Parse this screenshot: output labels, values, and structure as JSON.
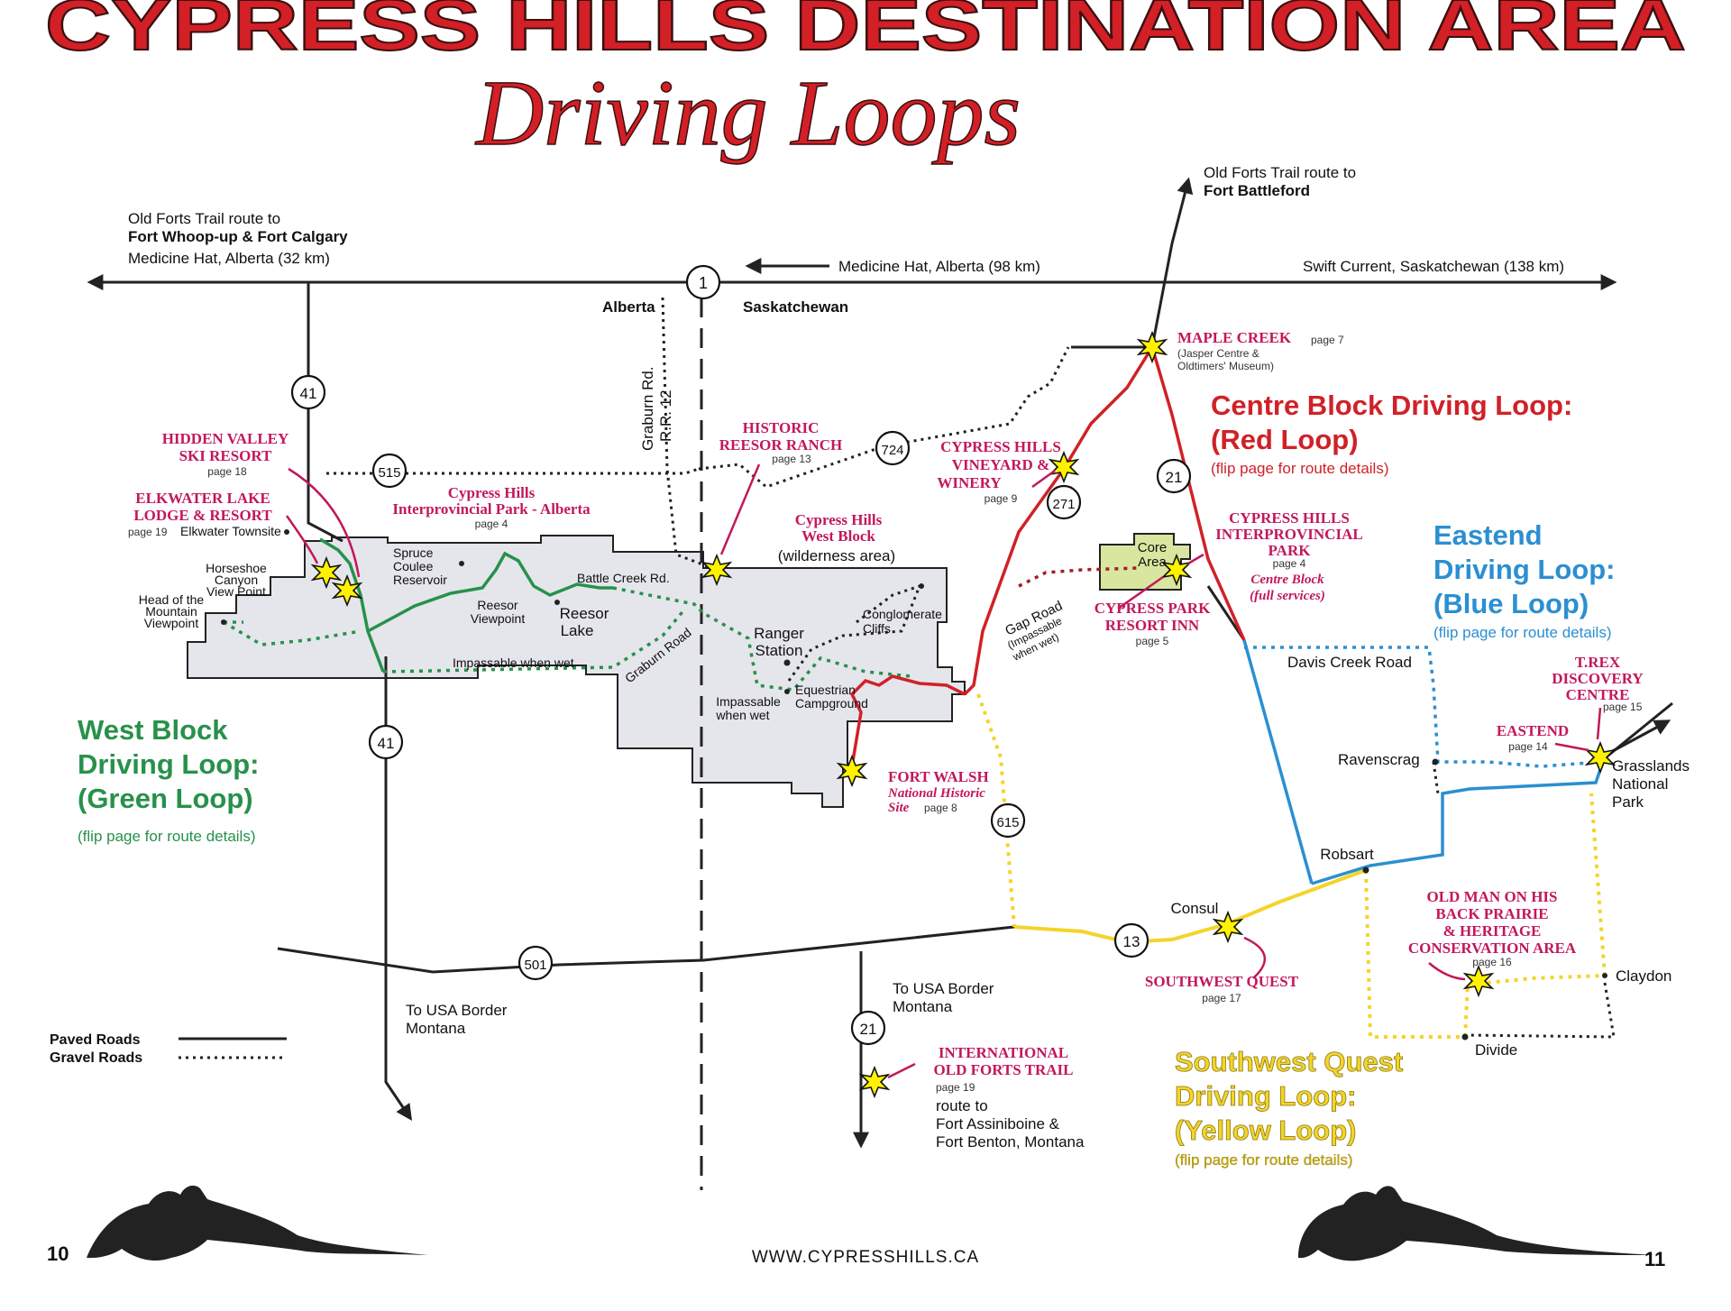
{
  "header": {
    "title": "CYPRESS HILLS DESTINATION AREA",
    "subtitle": "Driving Loops"
  },
  "colors": {
    "title_red": "#d31f26",
    "green_loop": "#27914a",
    "red_loop": "#d02128",
    "blue_loop": "#2b8fd1",
    "yellow_loop": "#f4d42a",
    "magenta_label": "#c2185b",
    "park_fill": "#e5e5ec",
    "core_fill": "#d8e6a0"
  },
  "roads": {
    "hwy1": "1",
    "hwy41_north": "41",
    "hwy41_south": "41",
    "hwy515": "515",
    "hwy724": "724",
    "hwy271": "271",
    "hwy21_north": "21",
    "hwy21_south": "21",
    "hwy615": "615",
    "hwy501": "501",
    "hwy13": "13",
    "alberta": "Alberta",
    "saskatchewan": "Saskatchewan",
    "graburn": "Graburn Rd.",
    "rr12": "R.R. 12"
  },
  "directions": {
    "west_trail_l1": "Old Forts Trail route to",
    "west_trail_l2": "Fort Whoop-up & Fort Calgary",
    "west_medhat": "Medicine Hat, Alberta (32 km)",
    "east_medhat": "Medicine Hat, Alberta (98 km)",
    "swift_current": "Swift Current, Saskatchewan (138 km)",
    "north_trail_l1": "Old Forts Trail route to",
    "north_trail_l2": "Fort Battleford",
    "usa_west_l1": "To USA Border",
    "usa_west_l2": "Montana",
    "usa_east_l1": "To USA Border",
    "usa_east_l2": "Montana",
    "route_to": "route to",
    "assiniboine": "Fort Assiniboine &",
    "benton": "Fort Benton, Montana"
  },
  "places": {
    "hidden_valley_l1": "HIDDEN VALLEY",
    "hidden_valley_l2": "SKI RESORT",
    "hidden_valley_page": "page 18",
    "elkwater_l1": "ELKWATER LAKE",
    "elkwater_l2": "LODGE & RESORT",
    "elkwater_page": "page 19",
    "elkwater_town": "Elkwater Townsite",
    "ab_park_l1": "Cypress Hills",
    "ab_park_l2": "Interprovincial Park - Alberta",
    "ab_park_page": "page 4",
    "reesor_ranch_l1": "HISTORIC",
    "reesor_ranch_l2": "REESOR RANCH",
    "reesor_ranch_page": "page 13",
    "west_block_l1": "Cypress Hills",
    "west_block_l2": "West Block",
    "west_block_l3": "(wilderness area)",
    "vineyard_l1": "CYPRESS HILLS",
    "vineyard_l2": "VINEYARD &",
    "vineyard_l3": "WINERY",
    "vineyard_page": "page 9",
    "maple_creek": "MAPLE CREEK",
    "maple_creek_page": "page 7",
    "maple_creek_sub1": "(Jasper Centre &",
    "maple_creek_sub2": "Oldtimers' Museum)",
    "sk_park_l1": "CYPRESS HILLS",
    "sk_park_l2": "INTERPROVINCIAL",
    "sk_park_l3": "PARK",
    "sk_park_page": "page 4",
    "centre_block_l1": "Centre Block",
    "centre_block_l2": "(full services)",
    "core_l1": "Core",
    "core_l2": "Area",
    "resort_inn_l1": "CYPRESS PARK",
    "resort_inn_l2": "RESORT INN",
    "resort_inn_page": "page 5",
    "gap_l1": "Gap Road",
    "gap_l2": "(Impassable",
    "gap_l3": "when wet)",
    "horseshoe_l1": "Horseshoe",
    "horseshoe_l2": "Canyon",
    "horseshoe_l3": "View Point",
    "head_l1": "Head of the",
    "head_l2": "Mountain",
    "head_l3": "Viewpoint",
    "spruce_l1": "Spruce",
    "spruce_l2": "Coulee",
    "spruce_l3": "Reservoir",
    "reesor_vp_l1": "Reesor",
    "reesor_vp_l2": "Viewpoint",
    "reesor_lake_l1": "Reesor",
    "reesor_lake_l2": "Lake",
    "battle_creek": "Battle Creek Rd.",
    "impassable_1": "Impassable when wet",
    "graburn_road": "Graburn Road",
    "ranger_l1": "Ranger",
    "ranger_l2": "Station",
    "impassable_2_l1": "Impassable",
    "impassable_2_l2": "when wet",
    "equestrian_l1": "Equestrian",
    "equestrian_l2": "Campground",
    "cliffs_l1": "Conglomerate",
    "cliffs_l2": "Cliffs",
    "fort_walsh_l1": "FORT WALSH",
    "fort_walsh_l2": "National Historic",
    "fort_walsh_l3": "Site",
    "fort_walsh_page": "page 8",
    "davis_creek": "Davis Creek Road",
    "trex_l1": "T.REX",
    "trex_l2": "DISCOVERY",
    "trex_l3": "CENTRE",
    "trex_page": "page 15",
    "eastend": "EASTEND",
    "eastend_page": "page 14",
    "ravenscrag": "Ravenscrag",
    "grasslands_l1": "Grasslands",
    "grasslands_l2": "National",
    "grasslands_l3": "Park",
    "robsart": "Robsart",
    "consul": "Consul",
    "oldman_l1": "OLD MAN ON HIS",
    "oldman_l2": "BACK PRAIRIE",
    "oldman_l3": "& HERITAGE",
    "oldman_l4": "CONSERVATION AREA",
    "oldman_page": "page 16",
    "claydon": "Claydon",
    "divide": "Divide",
    "sw_quest": "SOUTHWEST QUEST",
    "sw_quest_page": "page 17",
    "intl_l1": "INTERNATIONAL",
    "intl_l2": "OLD FORTS TRAIL",
    "intl_page": "page 19"
  },
  "loops": {
    "green_l1": "West Block",
    "green_l2": "Driving Loop:",
    "green_l3": "(Green Loop)",
    "green_note": "(flip page for route details)",
    "red_l1": "Centre Block Driving Loop:",
    "red_l2": "(Red Loop)",
    "red_note": "(flip page for route details)",
    "blue_l1": "Eastend",
    "blue_l2": "Driving Loop:",
    "blue_l3": "(Blue Loop)",
    "blue_note": "(flip page for route details)",
    "yellow_l1": "Southwest Quest",
    "yellow_l2": "Driving Loop:",
    "yellow_l3": "(Yellow Loop)",
    "yellow_note": "(flip page for route details)"
  },
  "legend": {
    "paved": "Paved Roads",
    "gravel": "Gravel Roads"
  },
  "footer": {
    "page_left": "10",
    "page_right": "11",
    "url": "WWW.CYPRESSHILLS.CA"
  }
}
